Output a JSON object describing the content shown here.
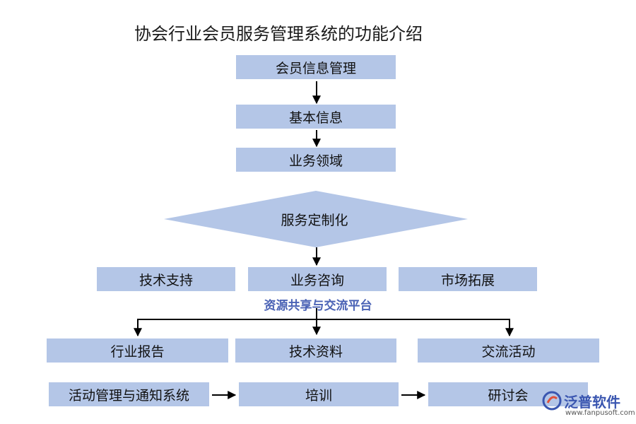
{
  "title": "协会行业会员服务管理系统的功能介绍",
  "nodes": {
    "member_info": "会员信息管理",
    "basic_info": "基本信息",
    "business_domain": "业务领域",
    "custom_service": "服务定制化",
    "tech_support": "技术支持",
    "business_consult": "业务咨询",
    "market_expansion": "市场拓展",
    "industry_report": "行业报告",
    "tech_material": "技术资料",
    "exchange_activity": "交流活动",
    "activity_notice": "活动管理与通知系统",
    "training": "培训",
    "seminar": "研讨会"
  },
  "section_label": "资源共享与交流平台",
  "brand": {
    "name": "泛普软件",
    "url": "www.fanpusoft.com",
    "color": "#3a56b0"
  },
  "colors": {
    "box_fill": "#b4c6e7",
    "label_blue": "#4a62b5",
    "arrow": "#000000"
  }
}
